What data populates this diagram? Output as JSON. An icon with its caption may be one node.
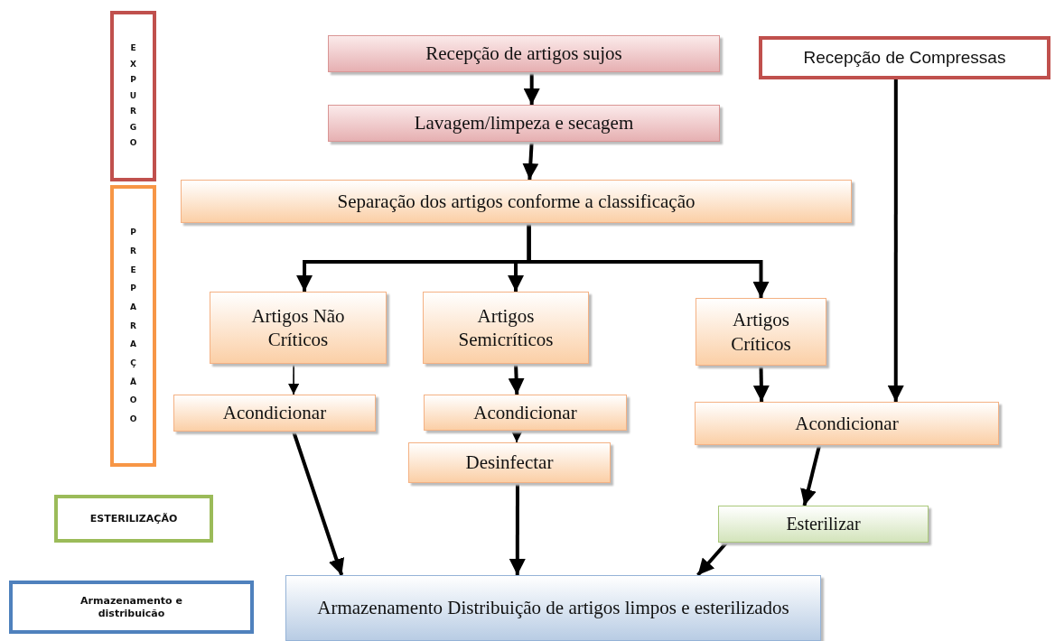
{
  "diagram": {
    "nodes": [
      {
        "text": [
          "EXPURGO"
        ]
      },
      {
        "text": [
          "Recepção de artigos sujos"
        ]
      },
      {
        "text": [
          "Recepção de Compressas"
        ]
      },
      {
        "text": [
          "Lavagem/limpeza e secagem"
        ]
      },
      {
        "text": [
          "PREPARAÇÃOO"
        ]
      },
      {
        "text": [
          "Separação dos artigos conforme a classificação"
        ]
      },
      {
        "text": [
          "Artigos Não Críticos"
        ]
      },
      {
        "text": [
          "Artigos Semicríticos"
        ]
      },
      {
        "text": [
          "Artigos Críticos"
        ]
      },
      {
        "text": [
          "Acondicionar"
        ]
      },
      {
        "text": [
          "Acondicionar"
        ]
      },
      {
        "text": [
          "Acondicionar"
        ]
      },
      {
        "text": [
          "Desinfectar"
        ]
      },
      {
        "text": [
          "ESTERILIZAÇÃO"
        ]
      },
      {
        "text": [
          "Esterilizar"
        ]
      },
      {
        "text": [
          "Armazenamento e distribuicão"
        ]
      },
      {
        "text": [
          "Armazenamento Distribuição de artigos limpos e esterilizados"
        ]
      }
    ],
    "edges": [
      {
        "from": 1,
        "to": 3,
        "arrow": "to"
      },
      {
        "from": 3,
        "to": 5,
        "arrow": "to"
      },
      {
        "from": 5,
        "to": 6,
        "arrow": "to"
      },
      {
        "from": 5,
        "to": 7,
        "arrow": "to"
      },
      {
        "from": 5,
        "to": 8,
        "arrow": "to"
      },
      {
        "from": 6,
        "to": 9,
        "arrow": "to"
      },
      {
        "from": 7,
        "to": 10,
        "arrow": "to"
      },
      {
        "from": 10,
        "to": 12,
        "arrow": "to"
      },
      {
        "from": 8,
        "to": 11,
        "arrow": "to"
      },
      {
        "from": 2,
        "to": 11,
        "arrow": "to"
      },
      {
        "from": 11,
        "to": 14,
        "arrow": "to"
      },
      {
        "from": 9,
        "to": 16,
        "arrow": "to"
      },
      {
        "from": 12,
        "to": 16,
        "arrow": "to"
      },
      {
        "from": 14,
        "to": 16,
        "arrow": "to"
      }
    ]
  }
}
